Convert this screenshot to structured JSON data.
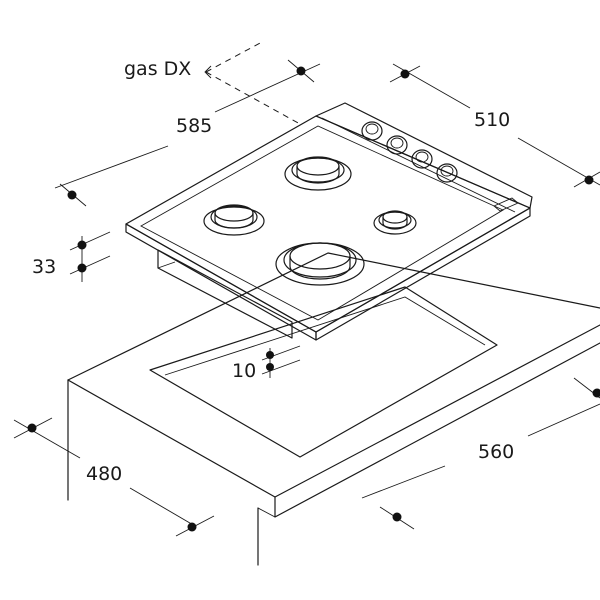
{
  "diagram": {
    "labels": {
      "gas": "gas DX",
      "depth_hob": "585",
      "width_hob": "510",
      "height_hob": "33",
      "cutout_gap": "10",
      "cutout_depth": "480",
      "cutout_width": "560"
    }
  }
}
